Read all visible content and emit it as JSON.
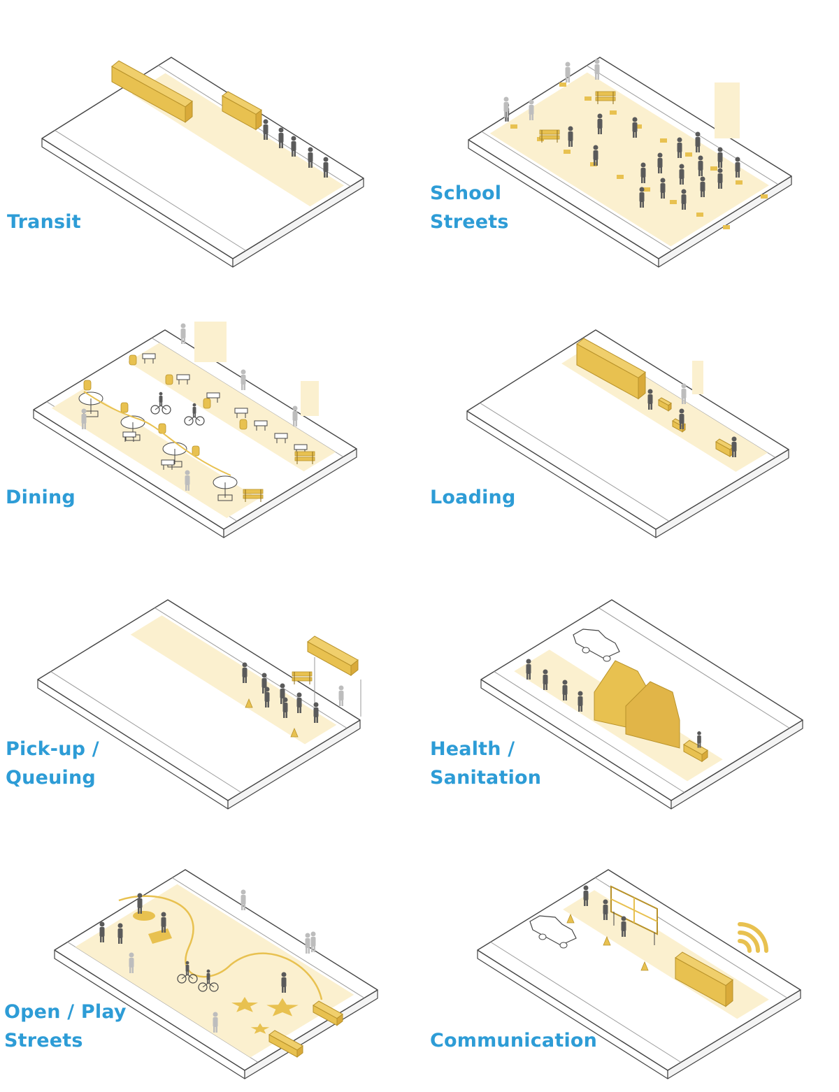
{
  "panels": [
    {
      "id": "transit",
      "label_lines": [
        "Transit"
      ]
    },
    {
      "id": "school-streets",
      "label_lines": [
        "School",
        "Streets"
      ]
    },
    {
      "id": "dining",
      "label_lines": [
        "Dining"
      ]
    },
    {
      "id": "loading",
      "label_lines": [
        "Loading"
      ]
    },
    {
      "id": "pickup-queuing",
      "label_lines": [
        "Pick-up /",
        "Queuing"
      ]
    },
    {
      "id": "health-sanitation",
      "label_lines": [
        "Health /",
        "Sanitation"
      ]
    },
    {
      "id": "open-play-streets",
      "label_lines": [
        "Open / Play",
        "Streets"
      ]
    },
    {
      "id": "communication",
      "label_lines": [
        "Communication"
      ]
    }
  ],
  "colors": {
    "label": "#2d9cd6",
    "accent": "#e8c150",
    "accent_light": "#fbf0cf",
    "outline": "#444444",
    "person": "#5a5a5a"
  }
}
